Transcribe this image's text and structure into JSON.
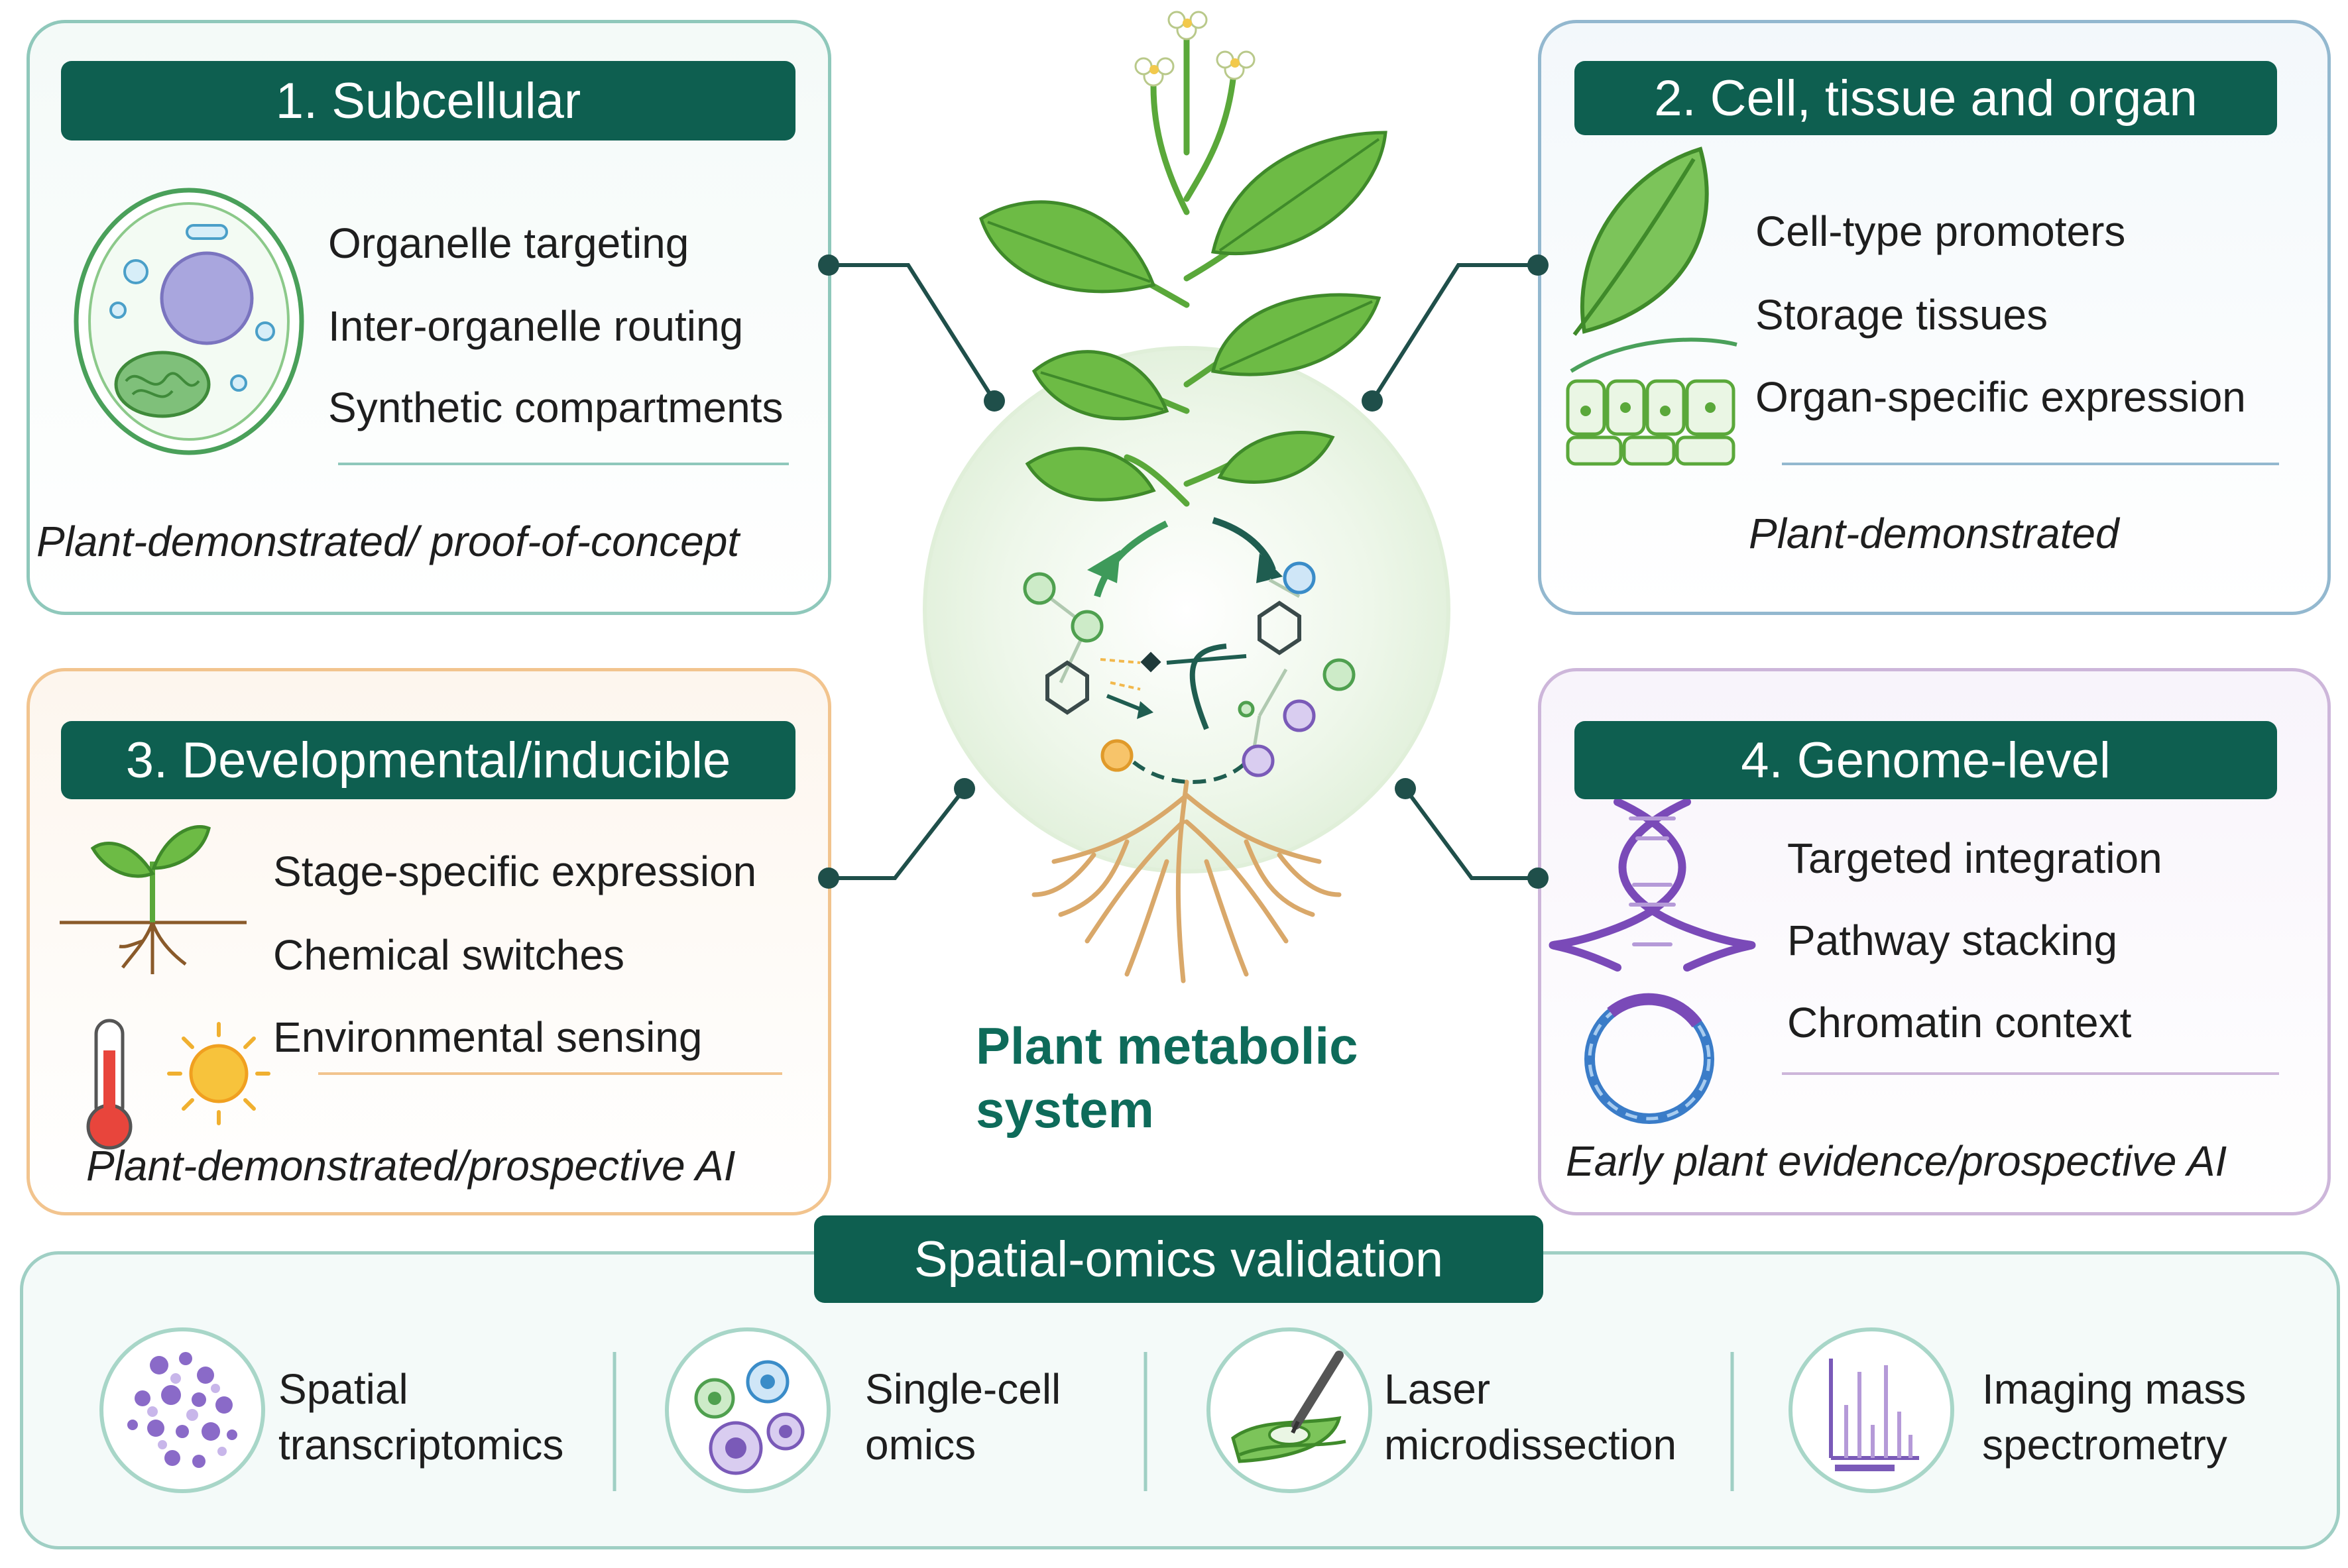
{
  "panels": {
    "subcellular": {
      "title": "1. Subcellular",
      "items": [
        "Organelle targeting",
        "Inter-organelle routing",
        "Synthetic compartments"
      ],
      "footer": "Plant-demonstrated/ proof-of-concept"
    },
    "cell_tissue": {
      "title": "2. Cell, tissue and organ",
      "items": [
        "Cell-type promoters",
        "Storage tissues",
        "Organ-specific expression"
      ],
      "footer": "Plant-demonstrated"
    },
    "developmental": {
      "title": "3. Developmental/inducible",
      "items": [
        "Stage-specific expression",
        "Chemical switches",
        "Environmental sensing"
      ],
      "footer": "Plant-demonstrated/prospective AI"
    },
    "genome": {
      "title": "4. Genome-level",
      "items": [
        "Targeted integration",
        "Pathway stacking",
        "Chromatin context"
      ],
      "footer": "Early plant evidence/prospective AI"
    }
  },
  "center": {
    "title_line1": "Plant metabolic",
    "title_line2": "system"
  },
  "validation": {
    "title": "Spatial-omics validation",
    "methods": [
      {
        "line1": "Spatial",
        "line2": "transcriptomics",
        "icon": "spatial-transcriptomics-icon"
      },
      {
        "line1": "Single-cell",
        "line2": "omics",
        "icon": "single-cell-icon"
      },
      {
        "line1": "Laser",
        "line2": "microdissection",
        "icon": "laser-microdissection-icon"
      },
      {
        "line1": "Imaging mass",
        "line2": "spectrometry",
        "icon": "mass-spectrum-icon"
      }
    ]
  },
  "colors": {
    "header": "#0e5f50",
    "subcellular_border": "#8fc8bb",
    "cell_border": "#93b8cf",
    "developmental_border": "#f2c48e",
    "genome_border": "#cdb6da",
    "leaf_green": "#5aa83a",
    "connector": "#1f4f4a"
  }
}
